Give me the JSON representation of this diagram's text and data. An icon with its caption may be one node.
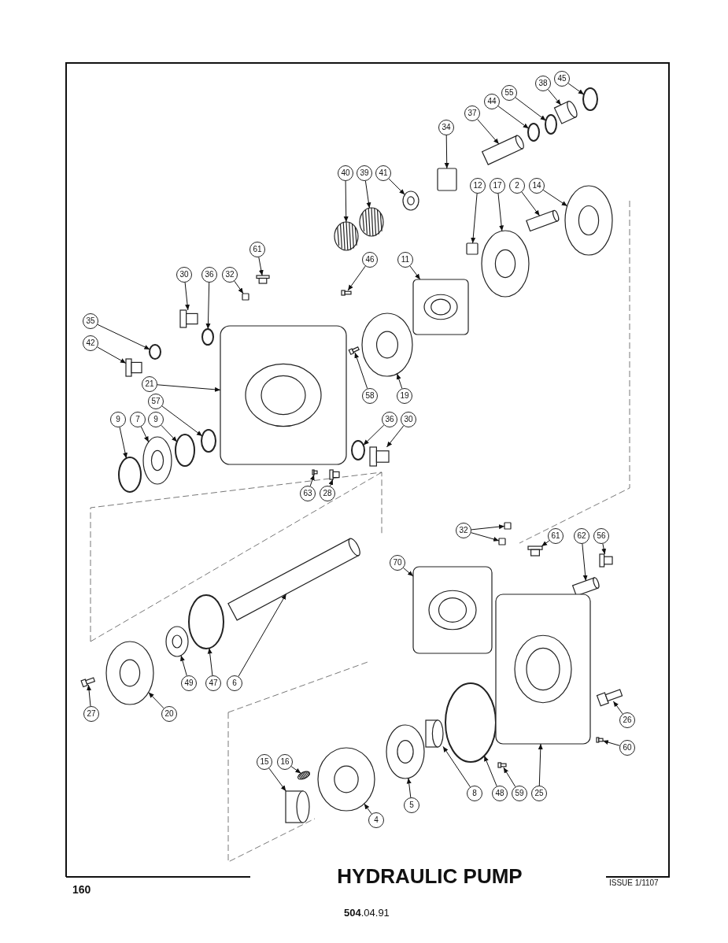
{
  "diagram": {
    "title": "HYDRAULIC PUMP",
    "nodes": [
      {
        "text": [
          "45"
        ]
      },
      {
        "text": [
          "38"
        ]
      },
      {
        "text": [
          "55"
        ]
      },
      {
        "text": [
          "44"
        ]
      },
      {
        "text": [
          "37"
        ]
      },
      {
        "text": [
          "34"
        ]
      },
      {
        "text": [
          "40"
        ]
      },
      {
        "text": [
          "39"
        ]
      },
      {
        "text": [
          "41"
        ]
      },
      {
        "text": [
          "12"
        ]
      },
      {
        "text": [
          "17"
        ]
      },
      {
        "text": [
          "2"
        ]
      },
      {
        "text": [
          "14"
        ]
      },
      {
        "text": [
          "61"
        ]
      },
      {
        "text": [
          "46"
        ]
      },
      {
        "text": [
          "30"
        ]
      },
      {
        "text": [
          "36"
        ]
      },
      {
        "text": [
          "32"
        ]
      },
      {
        "text": [
          "11"
        ]
      },
      {
        "text": [
          "35"
        ]
      },
      {
        "text": [
          "42"
        ]
      },
      {
        "text": [
          "21"
        ]
      },
      {
        "text": [
          "58"
        ]
      },
      {
        "text": [
          "19"
        ]
      },
      {
        "text": [
          "57"
        ]
      },
      {
        "text": [
          "9"
        ]
      },
      {
        "text": [
          "7"
        ]
      },
      {
        "text": [
          "9"
        ]
      },
      {
        "text": [
          "36"
        ]
      },
      {
        "text": [
          "30"
        ]
      },
      {
        "text": [
          "63"
        ]
      },
      {
        "text": [
          "28"
        ]
      },
      {
        "text": [
          "32"
        ]
      },
      {
        "text": [
          "70"
        ]
      },
      {
        "text": [
          "61"
        ]
      },
      {
        "text": [
          "62"
        ]
      },
      {
        "text": [
          "56"
        ]
      },
      {
        "text": [
          "49"
        ]
      },
      {
        "text": [
          "47"
        ]
      },
      {
        "text": [
          "6"
        ]
      },
      {
        "text": [
          "27"
        ]
      },
      {
        "text": [
          "20"
        ]
      },
      {
        "text": [
          "26"
        ]
      },
      {
        "text": [
          "60"
        ]
      },
      {
        "text": [
          "15"
        ]
      },
      {
        "text": [
          "16"
        ]
      },
      {
        "text": [
          "4"
        ]
      },
      {
        "text": [
          "5"
        ]
      },
      {
        "text": [
          "8"
        ]
      },
      {
        "text": [
          "48"
        ]
      },
      {
        "text": [
          "59"
        ]
      },
      {
        "text": [
          "25"
        ]
      },
      {
        "text": [],
        "shape": "ring"
      },
      {
        "text": [],
        "shape": "cylinder"
      },
      {
        "text": [],
        "shape": "ring"
      },
      {
        "text": [],
        "shape": "ring"
      },
      {
        "text": [],
        "shape": "cylinder"
      },
      {
        "text": [],
        "shape": "box"
      },
      {
        "text": [],
        "shape": "spring"
      },
      {
        "text": [],
        "shape": "spring"
      },
      {
        "text": [],
        "shape": "disc"
      },
      {
        "text": [],
        "shape": "box"
      },
      {
        "text": [],
        "shape": "disc"
      },
      {
        "text": [],
        "shape": "cylinder"
      },
      {
        "text": [],
        "shape": "disc"
      },
      {
        "text": [],
        "shape": "bolt"
      },
      {
        "text": [],
        "shape": "bolt"
      },
      {
        "text": [],
        "shape": "bolt"
      },
      {
        "text": [],
        "shape": "ring"
      },
      {
        "text": [],
        "shape": "box"
      },
      {
        "text": [],
        "shape": "box"
      },
      {
        "text": [],
        "shape": "ring"
      },
      {
        "text": [],
        "shape": "bolt"
      },
      {
        "text": [],
        "shape": "box"
      },
      {
        "text": [],
        "shape": "bolt"
      },
      {
        "text": [],
        "shape": "disc"
      },
      {
        "text": [],
        "shape": "ring"
      },
      {
        "text": [],
        "shape": "ring"
      },
      {
        "text": [],
        "shape": "disc"
      },
      {
        "text": [],
        "shape": "ring"
      },
      {
        "text": [],
        "shape": "ring"
      },
      {
        "text": [],
        "shape": "bolt"
      },
      {
        "text": [],
        "shape": "bolt"
      },
      {
        "text": [],
        "shape": "bolt"
      },
      {
        "text": [],
        "shape": "box"
      },
      {
        "text": [],
        "shape": "box"
      },
      {
        "text": [],
        "shape": "box"
      },
      {
        "text": [],
        "shape": "bolt"
      },
      {
        "text": [],
        "shape": "cylinder"
      },
      {
        "text": [],
        "shape": "bolt"
      },
      {
        "text": [],
        "shape": "disc"
      },
      {
        "text": [],
        "shape": "ring"
      },
      {
        "text": [],
        "shape": "cylinder"
      },
      {
        "text": [],
        "shape": "bolt"
      },
      {
        "text": [],
        "shape": "disc"
      },
      {
        "text": [],
        "shape": "bolt"
      },
      {
        "text": [],
        "shape": "bolt"
      },
      {
        "text": [],
        "shape": "cylinder"
      },
      {
        "text": [],
        "shape": "spring"
      },
      {
        "text": [],
        "shape": "disc"
      },
      {
        "text": [],
        "shape": "disc"
      },
      {
        "text": [],
        "shape": "cylinder"
      },
      {
        "text": [],
        "shape": "ring"
      },
      {
        "text": [],
        "shape": "bolt"
      },
      {
        "text": [],
        "shape": "box"
      }
    ],
    "edges": [
      {
        "from": 0,
        "to": 52,
        "arrow": "to"
      },
      {
        "from": 1,
        "to": 53,
        "arrow": "to"
      },
      {
        "from": 2,
        "to": 54,
        "arrow": "to"
      },
      {
        "from": 3,
        "to": 55,
        "arrow": "to"
      },
      {
        "from": 4,
        "to": 56,
        "arrow": "to"
      },
      {
        "from": 5,
        "to": 57,
        "arrow": "to"
      },
      {
        "from": 6,
        "to": 58,
        "arrow": "to"
      },
      {
        "from": 7,
        "to": 59,
        "arrow": "to"
      },
      {
        "from": 8,
        "to": 60,
        "arrow": "to"
      },
      {
        "from": 9,
        "to": 61,
        "arrow": "to"
      },
      {
        "from": 10,
        "to": 62,
        "arrow": "to"
      },
      {
        "from": 11,
        "to": 63,
        "arrow": "to"
      },
      {
        "from": 12,
        "to": 64,
        "arrow": "to"
      },
      {
        "from": 13,
        "to": 65,
        "arrow": "to"
      },
      {
        "from": 14,
        "to": 66,
        "arrow": "to"
      },
      {
        "from": 15,
        "to": 67,
        "arrow": "to"
      },
      {
        "from": 16,
        "to": 68,
        "arrow": "to"
      },
      {
        "from": 17,
        "to": 69,
        "arrow": "to"
      },
      {
        "from": 18,
        "to": 70,
        "arrow": "to"
      },
      {
        "from": 19,
        "to": 71,
        "arrow": "to"
      },
      {
        "from": 20,
        "to": 72,
        "arrow": "to"
      },
      {
        "from": 21,
        "to": 73,
        "arrow": "to"
      },
      {
        "from": 22,
        "to": 74,
        "arrow": "to"
      },
      {
        "from": 23,
        "to": 75,
        "arrow": "to"
      },
      {
        "from": 24,
        "to": 76,
        "arrow": "to"
      },
      {
        "from": 25,
        "to": 77,
        "arrow": "to"
      },
      {
        "from": 26,
        "to": 78,
        "arrow": "to"
      },
      {
        "from": 27,
        "to": 79,
        "arrow": "to"
      },
      {
        "from": 28,
        "to": 80,
        "arrow": "to"
      },
      {
        "from": 29,
        "to": 81,
        "arrow": "to"
      },
      {
        "from": 30,
        "to": 82,
        "arrow": "to"
      },
      {
        "from": 31,
        "to": 83,
        "arrow": "to"
      },
      {
        "from": 32,
        "to": 84,
        "arrow": "to"
      },
      {
        "from": 32,
        "to": 85,
        "arrow": "to"
      },
      {
        "from": 33,
        "to": 86,
        "arrow": "to"
      },
      {
        "from": 34,
        "to": 87,
        "arrow": "to"
      },
      {
        "from": 35,
        "to": 88,
        "arrow": "to"
      },
      {
        "from": 36,
        "to": 89,
        "arrow": "to"
      },
      {
        "from": 37,
        "to": 90,
        "arrow": "to"
      },
      {
        "from": 38,
        "to": 91,
        "arrow": "to"
      },
      {
        "from": 39,
        "to": 92,
        "arrow": "to"
      },
      {
        "from": 40,
        "to": 93,
        "arrow": "to"
      },
      {
        "from": 41,
        "to": 94,
        "arrow": "to"
      },
      {
        "from": 42,
        "to": 95,
        "arrow": "to"
      },
      {
        "from": 43,
        "to": 96,
        "arrow": "to"
      },
      {
        "from": 44,
        "to": 97,
        "arrow": "to"
      },
      {
        "from": 45,
        "to": 98,
        "arrow": "to"
      },
      {
        "from": 46,
        "to": 99,
        "arrow": "to"
      },
      {
        "from": 47,
        "to": 100,
        "arrow": "to"
      },
      {
        "from": 48,
        "to": 101,
        "arrow": "to"
      },
      {
        "from": 49,
        "to": 102,
        "arrow": "to"
      },
      {
        "from": 50,
        "to": 103,
        "arrow": "to"
      },
      {
        "from": 51,
        "to": 104,
        "arrow": "to"
      }
    ],
    "labels": [
      "160",
      "ISSUE 1/1107",
      "**504**.04.91"
    ]
  }
}
